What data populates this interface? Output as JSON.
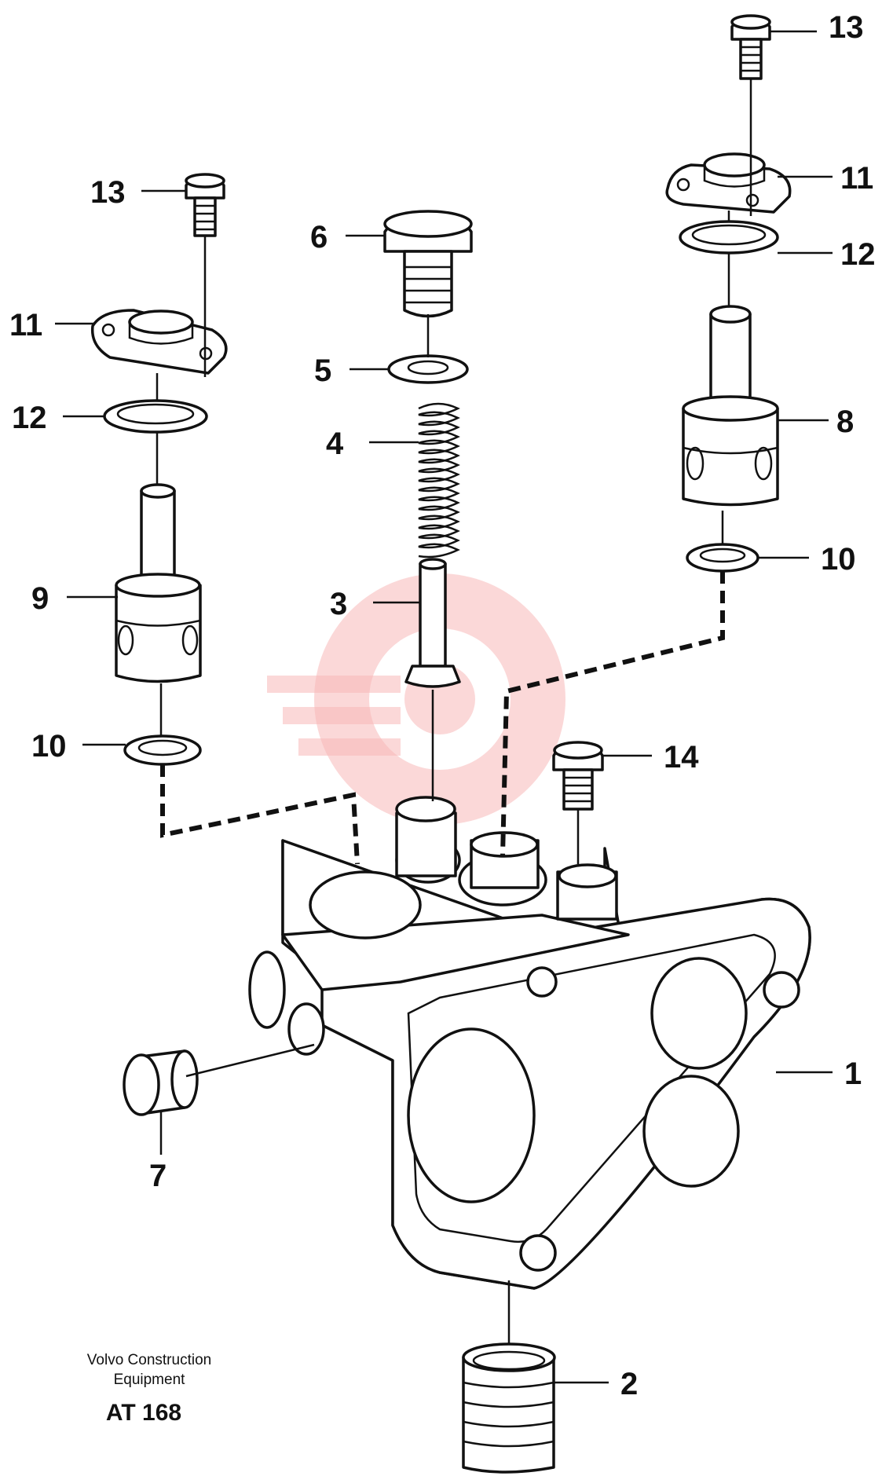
{
  "diagram": {
    "callouts": {
      "c1": "1",
      "c2": "2",
      "c3": "3",
      "c4": "4",
      "c5": "5",
      "c6": "6",
      "c7": "7",
      "c8": "8",
      "c9": "9",
      "c10_left": "10",
      "c10_right": "10",
      "c11_left": "11",
      "c11_right": "11",
      "c12_left": "12",
      "c12_right": "12",
      "c13_left": "13",
      "c13_right": "13",
      "c14": "14"
    },
    "credit": {
      "line1": "Volvo Construction",
      "line2": "Equipment"
    },
    "code": "AT 168"
  },
  "colors": {
    "ink": "#111111",
    "watermark": "#f7b8b8"
  }
}
